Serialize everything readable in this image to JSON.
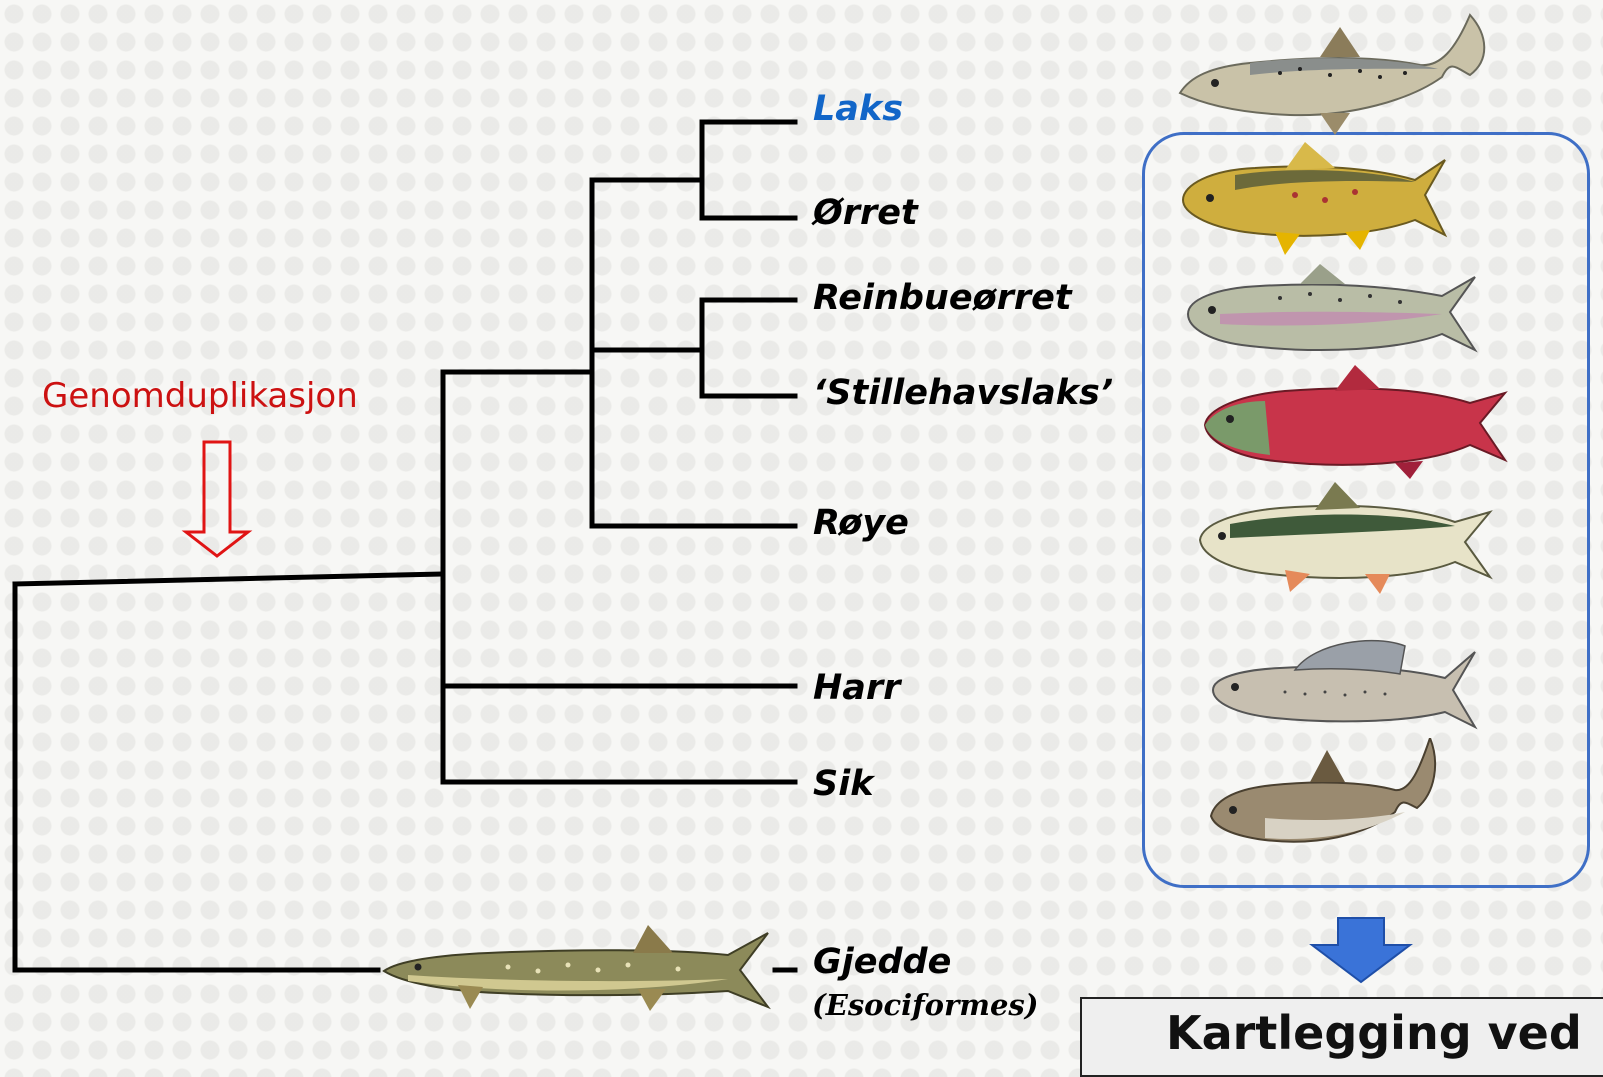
{
  "tree": {
    "taxa": {
      "laks": "Laks",
      "orret": "Ørret",
      "reinbueorret": "Reinbueørret",
      "stillehavslaks": "‘Stillehavslaks’",
      "roye": "Røye",
      "harr": "Harr",
      "sik": "Sik",
      "gjedde": "Gjedde"
    },
    "outgroup_order": "(Esociformes)",
    "event": "Genomduplikasjon"
  },
  "bottom_box": {
    "text": "Kartlegging ved"
  },
  "colors": {
    "highlight_taxon": "#1266c8",
    "event": "#cc1111",
    "group_box": "#3f6fc6",
    "arrow_down": "#3a73d8"
  },
  "icons": {
    "event_arrow": "hollow-down-arrow-icon",
    "result_arrow": "down-arrow-icon"
  }
}
